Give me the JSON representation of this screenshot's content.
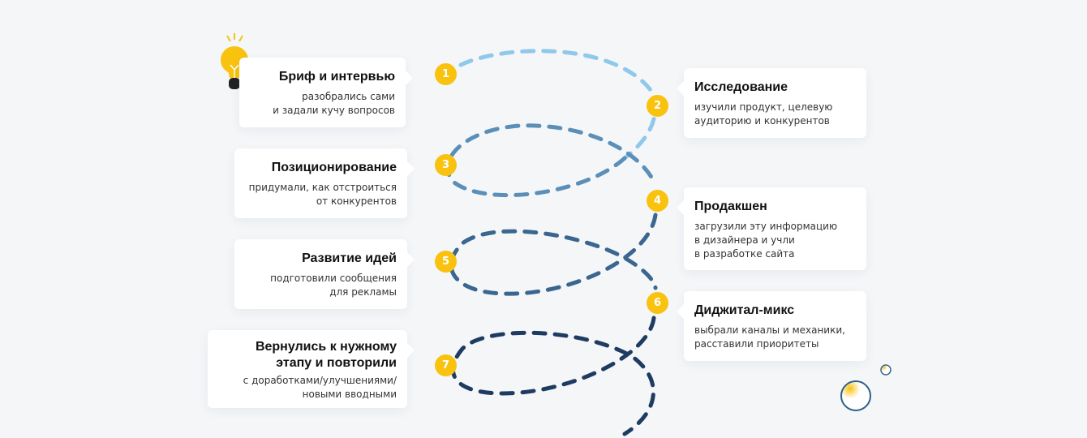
{
  "steps": [
    {
      "n": "1",
      "title": "Бриф и интервью",
      "desc": "разобрались сами\nи задали кучу вопросов"
    },
    {
      "n": "2",
      "title": "Исследование",
      "desc": "изучили продукт, целевую\nаудиторию и конкурентов"
    },
    {
      "n": "3",
      "title": "Позиционирование",
      "desc": "придумали, как отстроиться\nот конкурентов"
    },
    {
      "n": "4",
      "title": "Продакшен",
      "desc": "загрузили эту информацию\nв дизайнера и учли\nв разработке сайта"
    },
    {
      "n": "5",
      "title": "Развитие идей",
      "desc": "подготовили сообщения\nдля рекламы"
    },
    {
      "n": "6",
      "title": "Диджитал-микс",
      "desc": "выбрали каналы и механики,\nрасставили приоритеты"
    },
    {
      "n": "7",
      "title": "Вернулись к нужному\nэтапу и повторили",
      "desc": "с доработками/улучшениями/\nновыми вводными"
    }
  ],
  "colors": {
    "accent": "#f8c20f",
    "spiral1": "#8fc8eb",
    "spiral2": "#5b8fb8",
    "spiral3": "#3a6690",
    "spiral4": "#1e3b62"
  }
}
